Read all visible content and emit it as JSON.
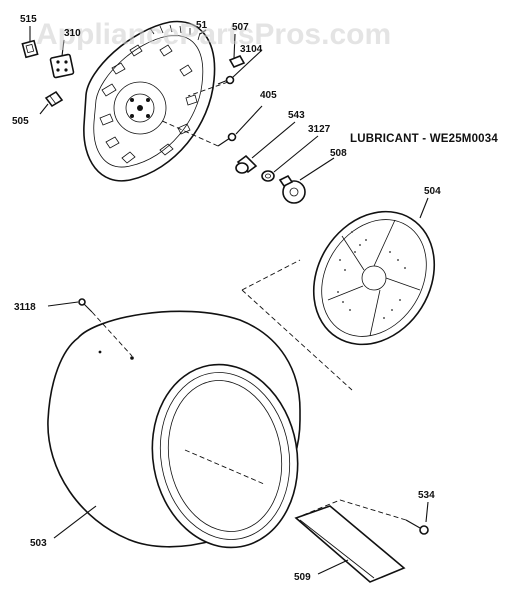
{
  "watermark": "AppliancePartsPros.com",
  "note": "LUBRICANT - WE25M0034",
  "labels": {
    "l515": "515",
    "l310": "310",
    "l51x": "51",
    "l507": "507",
    "l3104": "3104",
    "l505": "505",
    "l405": "405",
    "l543": "543",
    "l3127": "3127",
    "l508": "508",
    "l504": "504",
    "l3118": "3118",
    "l503": "503",
    "l534": "534",
    "l509": "509"
  }
}
